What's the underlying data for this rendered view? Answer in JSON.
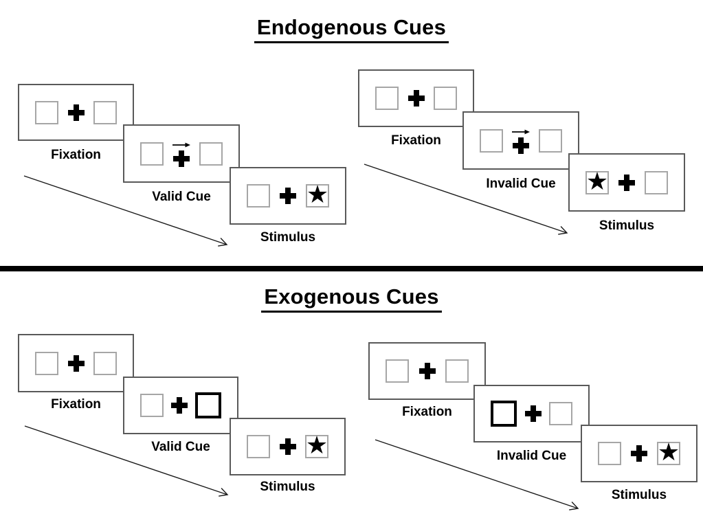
{
  "sections": [
    {
      "title": "Endogenous Cues",
      "sequences": [
        {
          "name": "valid",
          "panels": {
            "fixation": "Fixation",
            "cue": "Valid Cue",
            "stimulus": "Stimulus"
          }
        },
        {
          "name": "invalid",
          "panels": {
            "fixation": "Fixation",
            "cue": "Invalid Cue",
            "stimulus": "Stimulus"
          }
        }
      ]
    },
    {
      "title": "Exogenous Cues",
      "sequences": [
        {
          "name": "valid",
          "panels": {
            "fixation": "Fixation",
            "cue": "Valid Cue",
            "stimulus": "Stimulus"
          }
        },
        {
          "name": "invalid",
          "panels": {
            "fixation": "Fixation",
            "cue": "Invalid Cue",
            "stimulus": "Stimulus"
          }
        }
      ]
    }
  ],
  "glyphs": {
    "star": "★"
  },
  "colors": {
    "background": "#ffffff",
    "panel_border": "#595959",
    "square_border": "#a6a6a6",
    "bold_square_border": "#000000",
    "divider": "#000000",
    "text": "#000000"
  }
}
